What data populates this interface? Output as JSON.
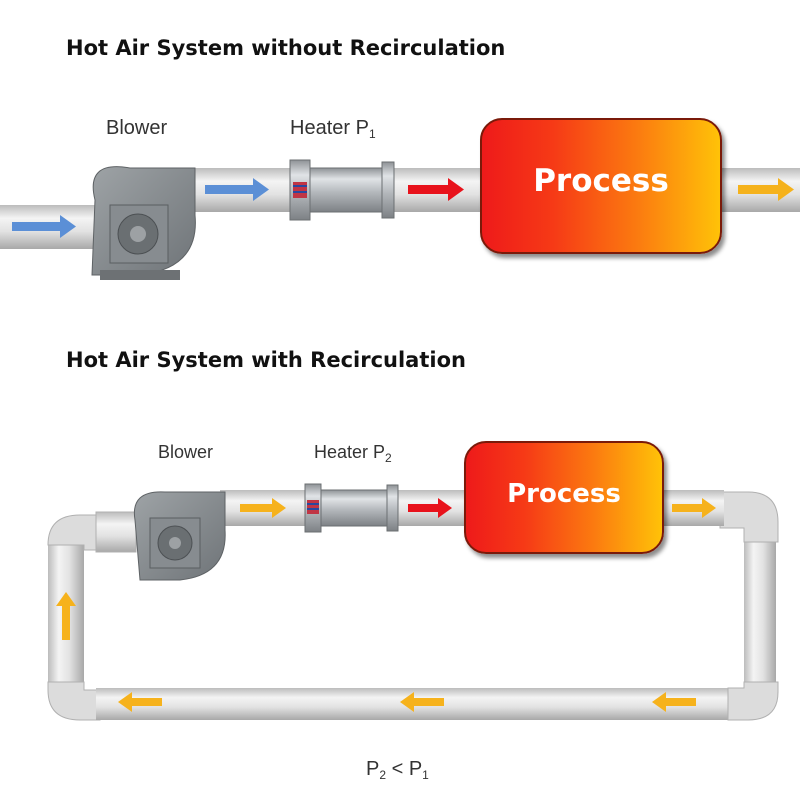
{
  "top_system": {
    "title": "Hot Air System without Recirculation",
    "blower_label": "Blower",
    "heater_label": "Heater P",
    "heater_subscript": "1",
    "process_label": "Process"
  },
  "bottom_system": {
    "title": "Hot Air System with Recirculation",
    "blower_label": "Blower",
    "heater_label": "Heater P",
    "heater_subscript": "2",
    "process_label": "Process"
  },
  "formula": {
    "lhs": "P",
    "lhs_subscript": "2",
    "operator": " < ",
    "rhs": "P",
    "rhs_subscript": "1"
  },
  "colors": {
    "cold_air_arrow": "#5b8fd6",
    "hot_air_arrow": "#e8121b",
    "exhaust_arrow": "#f5b21c",
    "recirculated_arrow": "#f6b21c",
    "pipe": "#e4e4e4",
    "process_start": "#ee1a1a",
    "process_end": "#ffc208"
  }
}
